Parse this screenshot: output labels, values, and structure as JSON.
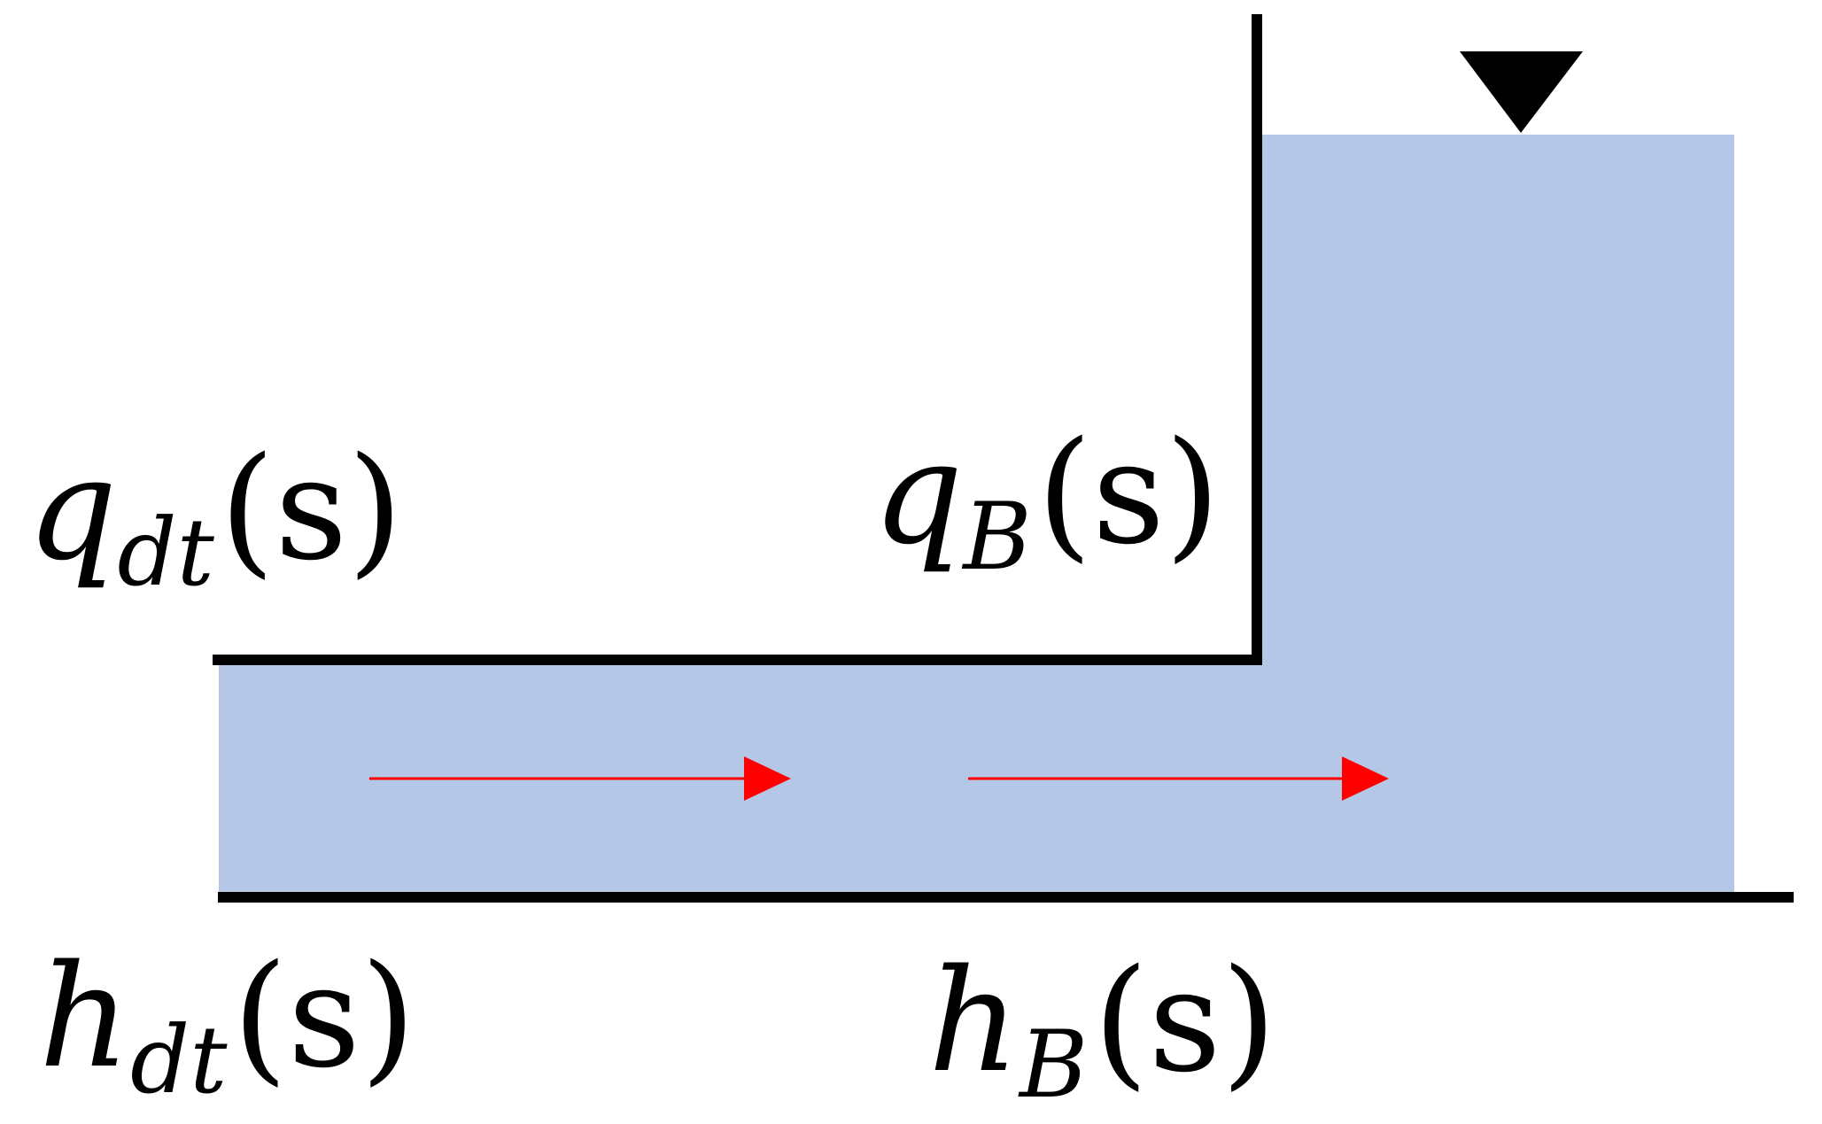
{
  "colors": {
    "water": "#b4c7e7",
    "wall": "#000000",
    "flow_arrow": "#ff0000",
    "water_level_marker": "#000000",
    "background": "#ffffff"
  },
  "labels": {
    "q_dt": {
      "main": "q",
      "sub": "dt",
      "arg": "(s)"
    },
    "q_B": {
      "main": "q",
      "sub": "B",
      "arg": "(s)"
    },
    "h_dt": {
      "main": "h",
      "sub": "dt",
      "arg": "(s)"
    },
    "h_B": {
      "main": "h",
      "sub": "B",
      "arg": "(s)"
    }
  },
  "icons": {
    "water_level": "water-level-triangle-icon",
    "flow": "arrow-right-icon"
  }
}
